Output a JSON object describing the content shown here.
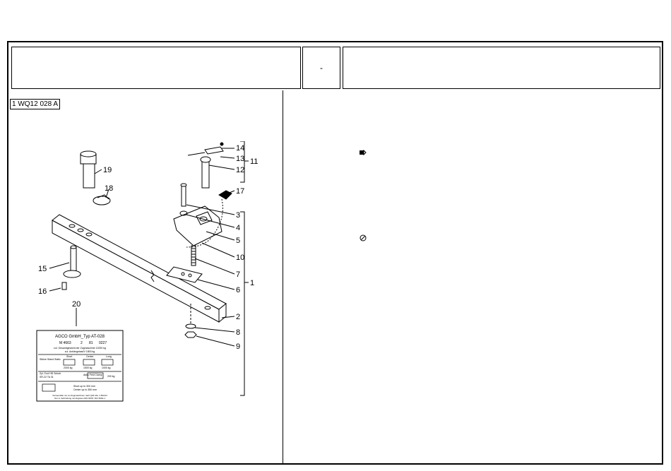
{
  "header": {
    "left_text": "",
    "middle_text": "-",
    "right_text": ""
  },
  "ref_label": "1 WQ12 028 A",
  "callouts": {
    "c1": "1",
    "c2": "2",
    "c3": "3",
    "c4": "4",
    "c5": "5",
    "c6": "6",
    "c7": "7",
    "c8": "8",
    "c9": "9",
    "c10": "10",
    "c11": "11",
    "c12": "12",
    "c13": "13",
    "c14": "14",
    "c15": "15",
    "c16": "16",
    "c17": "17",
    "c18": "18",
    "c19": "19",
    "c20": "20"
  },
  "plate": {
    "line1": "AGCO GmbH_Typ AT-028",
    "line2": "M 4663",
    "line2b": "2",
    "line2c": "81",
    "line2d": "0227",
    "line3": "zul. Gesamtgewicht der Zugmaschine 12000 kg",
    "line4": "zul. Anhängelast/V 1800 kg",
    "col1": "Stütze Stand Static",
    "col2": "Short",
    "col3": "Center",
    "col4": "Long",
    "load1": "2000 kg",
    "load2": "1500 kg",
    "load3": "1000 kg",
    "mid1": "Zyl.-Tool HD Schub",
    "mid2": "SR-22 TA 31",
    "mid3": "Akku Feld Clamp",
    "load4": "200 kg",
    "shot1": "Short up to 300 mm",
    "shot2": "Center up to 350 mm",
    "foot1": "Verwendbar nur an Zugmaschinen nach §43 Abs. 4 BAGO",
    "foot2": "Nur in Verbindung mit Zugösen DIN 9678, ISO 5692-1"
  },
  "symbols": {
    "arrow_icon": "arrow-box-icon",
    "circle_icon": "circle-slash-icon"
  }
}
